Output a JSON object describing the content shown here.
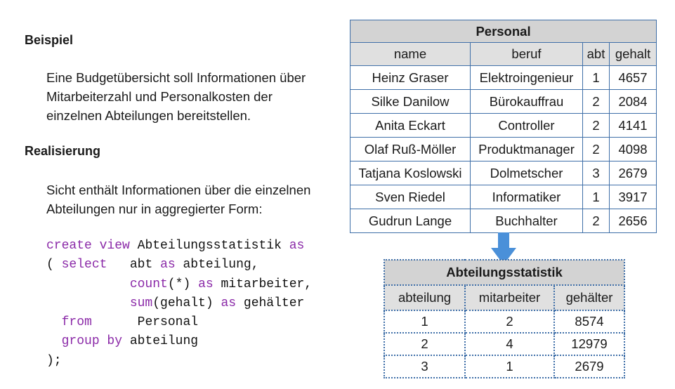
{
  "example": {
    "heading": "Beispiel",
    "lines": [
      "Eine Budgetübersicht soll Informationen über",
      "Mitarbeiterzahl und Personalkosten der",
      "einzelnen Abteilungen bereitstellen."
    ]
  },
  "realization": {
    "heading": "Realisierung",
    "lines": [
      "Sicht enthält Informationen über die einzelnen",
      "Abteilungen nur in aggregierter Form:"
    ]
  },
  "code": {
    "create": "create view",
    "view_name": "Abteilungsstatistik",
    "as": "as",
    "open_paren": "(",
    "select": "select",
    "col1": "abt",
    "alias1": "abteilung,",
    "fn_count": "count",
    "count_arg": "(*)",
    "alias2": "mitarbeiter,",
    "fn_sum": "sum",
    "sum_arg": "(gehalt)",
    "alias3": "gehälter",
    "from": "from",
    "table": "Personal",
    "group_by": "group by",
    "group_col": "abteilung",
    "close": ");"
  },
  "personal": {
    "title": "Personal",
    "columns": [
      "name",
      "beruf",
      "abt",
      "gehalt"
    ],
    "rows": [
      [
        "Heinz Graser",
        "Elektroingenieur",
        "1",
        "4657"
      ],
      [
        "Silke Danilow",
        "Bürokauffrau",
        "2",
        "2084"
      ],
      [
        "Anita Eckart",
        "Controller",
        "2",
        "4141"
      ],
      [
        "Olaf Ruß-Möller",
        "Produktmanager",
        "2",
        "4098"
      ],
      [
        "Tatjana Koslowski",
        "Dolmetscher",
        "3",
        "2679"
      ],
      [
        "Sven Riedel",
        "Informatiker",
        "1",
        "3917"
      ],
      [
        "Gudrun Lange",
        "Buchhalter",
        "2",
        "2656"
      ]
    ]
  },
  "statistik": {
    "title": "Abteilungsstatistik",
    "columns": [
      "abteilung",
      "mitarbeiter",
      "gehälter"
    ],
    "rows": [
      [
        "1",
        "2",
        "8574"
      ],
      [
        "2",
        "4",
        "12979"
      ],
      [
        "3",
        "1",
        "2679"
      ]
    ]
  },
  "colors": {
    "keyword": "#8b2aa8",
    "table_border": "#3f6fa8",
    "arrow": "#4a90d9",
    "header_bg": "#d3d3d3"
  },
  "icons": {
    "arrow": "arrow-down-icon"
  }
}
